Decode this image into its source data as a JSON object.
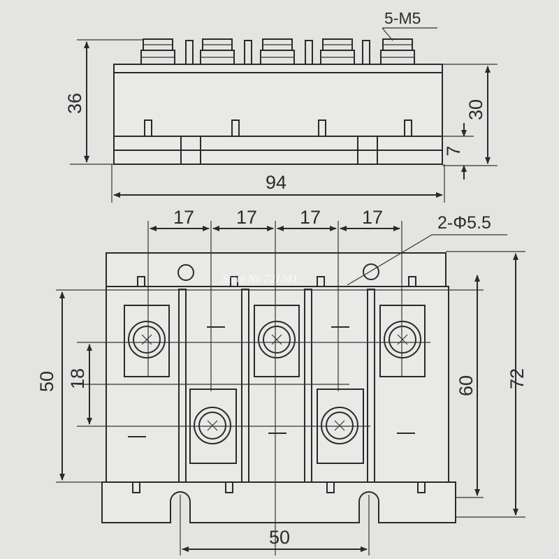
{
  "top_view": {
    "terminal_callout": "5-M5",
    "height_total": "36",
    "height_body": "30",
    "height_base": "7",
    "length": "94"
  },
  "plan_view": {
    "spacing_1": "17",
    "spacing_2": "17",
    "spacing_3": "17",
    "spacing_4": "17",
    "hole_callout": "2-Φ5.5",
    "dim_50_left": "50",
    "dim_18": "18",
    "dim_60": "60",
    "dim_72": "72",
    "dim_50_bottom": "50"
  },
  "watermark": "Store No 721341",
  "colors": {
    "background": "#e4e5e2",
    "line": "#2a2a2a"
  }
}
